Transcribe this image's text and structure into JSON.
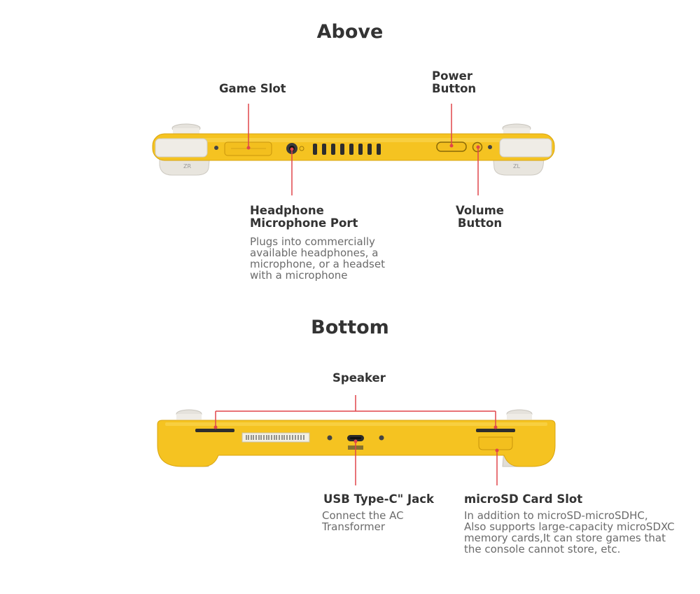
{
  "colors": {
    "console_yellow": "#f5c321",
    "console_dark_yellow": "#d9a510",
    "grip_white": "#ece8e0",
    "callout_red": "#e0454a",
    "text_dark": "#333333",
    "text_gray": "#6b6b6b"
  },
  "above": {
    "title": "Above",
    "game_slot": {
      "label": "Game Slot"
    },
    "power_button": {
      "label": "Power\nButton"
    },
    "headphone_port": {
      "label": "Headphone\nMicrophone Port",
      "description": "Plugs into commercially\navailable headphones, a\nmicrophone, or a headset\nwith a microphone"
    },
    "volume_button": {
      "label": "Volume\nButton"
    }
  },
  "bottom": {
    "title": "Bottom",
    "speaker": {
      "label": "Speaker"
    },
    "usb_jack": {
      "label": "USB Type-C\" Jack",
      "description": "Connect the AC\nTransformer"
    },
    "microsd_slot": {
      "label": "microSD Card Slot",
      "description": "In addition to microSD-microSDHC,\nAlso supports large-capacity microSDXC\nmemory cards,It can store games that\nthe console cannot store, etc."
    }
  }
}
